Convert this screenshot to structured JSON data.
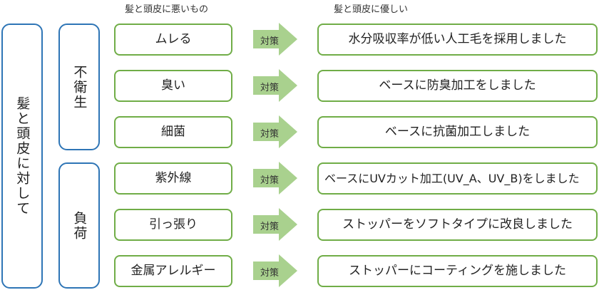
{
  "headers": {
    "bad_for": "髪と頭皮に悪いもの",
    "good_for": "髪と頭皮に優しい"
  },
  "main_label": "髪と頭皮に対して",
  "groups": [
    {
      "label": "不衛生"
    },
    {
      "label": "負荷"
    }
  ],
  "arrow_label": "対策",
  "rows": [
    {
      "problem": "ムレる",
      "solution": "水分吸収率が低い人工毛を採用しました"
    },
    {
      "problem": "臭い",
      "solution": "ベースに防臭加工をしました"
    },
    {
      "problem": "細菌",
      "solution": "ベースに抗菌加工しました"
    },
    {
      "problem": "紫外線",
      "solution": "ベースにUVカット加工(UV_A、UV_B)をしました"
    },
    {
      "problem": "引っ張り",
      "solution": "ストッパーをソフトタイプに改良しました"
    },
    {
      "problem": "金属アレルギー",
      "solution": "ストッパーにコーティングを施しました"
    }
  ],
  "colors": {
    "blue_border": "#2e75b6",
    "green_border": "#70ad47",
    "arrow_fill": "#a9d18e"
  }
}
